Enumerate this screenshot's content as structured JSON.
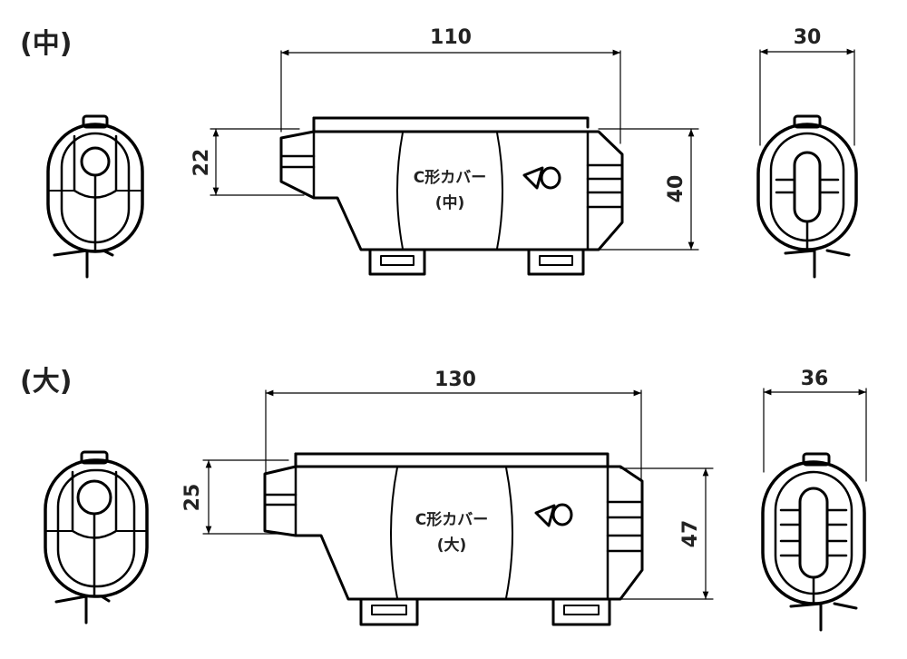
{
  "sections": [
    {
      "label": "(中)",
      "width_dim": "110",
      "depth_dim": "30",
      "inlet_dim": "22",
      "height_dim": "40",
      "name_line1": "C形カバー",
      "name_line2": "(中)"
    },
    {
      "label": "(大)",
      "width_dim": "130",
      "depth_dim": "36",
      "inlet_dim": "25",
      "height_dim": "47",
      "name_line1": "C形カバー",
      "name_line2": "(大)"
    }
  ]
}
